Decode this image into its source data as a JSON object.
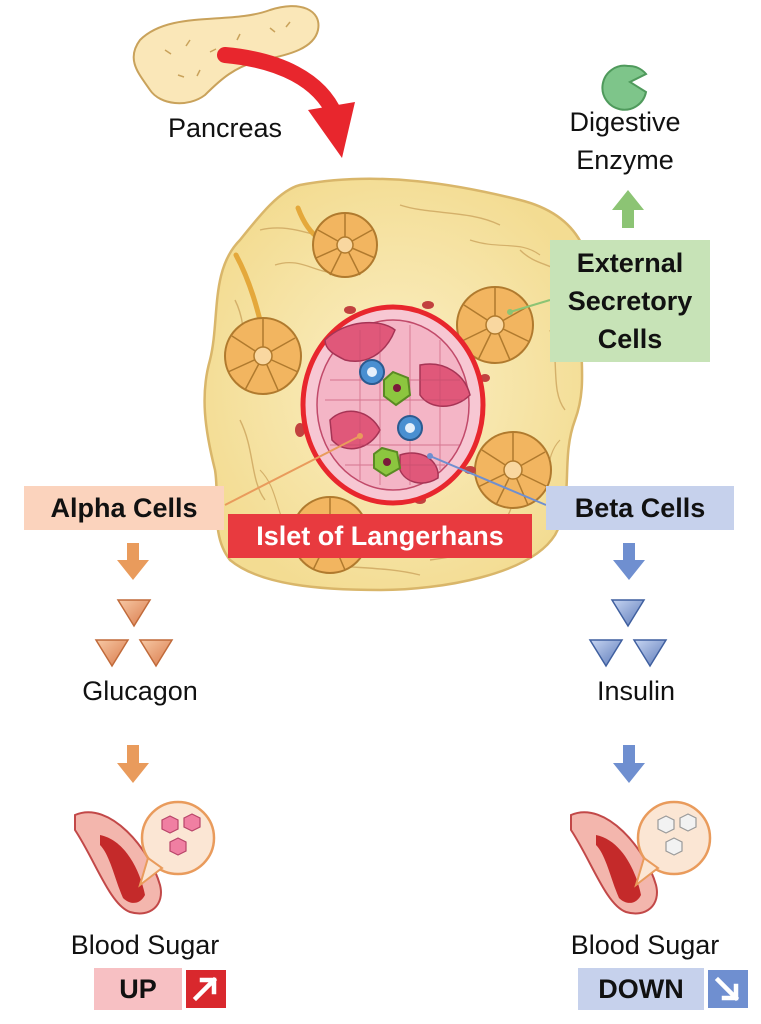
{
  "labels": {
    "pancreas": "Pancreas",
    "enzyme_line1": "Digestive",
    "enzyme_line2": "Enzyme",
    "external_line1": "External",
    "external_line2": "Secretory",
    "external_line3": "Cells",
    "alpha": "Alpha Cells",
    "beta": "Beta Cells",
    "islet": "Islet of Langerhans",
    "glucagon": "Glucagon",
    "insulin": "Insulin",
    "blood_sugar_left": "Blood Sugar",
    "blood_sugar_right": "Blood Sugar",
    "up": "UP",
    "down": "DOWN"
  },
  "colors": {
    "tissue": "#f6e3a6",
    "islet_ring": "#e8262d",
    "alpha_orange": "#e99b5c",
    "beta_blue": "#6f8fd0",
    "green_arrow": "#8cc474",
    "red_arrow": "#e8262d",
    "acinus": "#f2b560"
  },
  "icons": {
    "pancreas": "pancreas-organ-icon",
    "enzyme": "enzyme-pacman-icon",
    "up": "arrow-up-right-icon",
    "down": "arrow-down-right-icon",
    "vessel": "blood-vessel-icon"
  }
}
